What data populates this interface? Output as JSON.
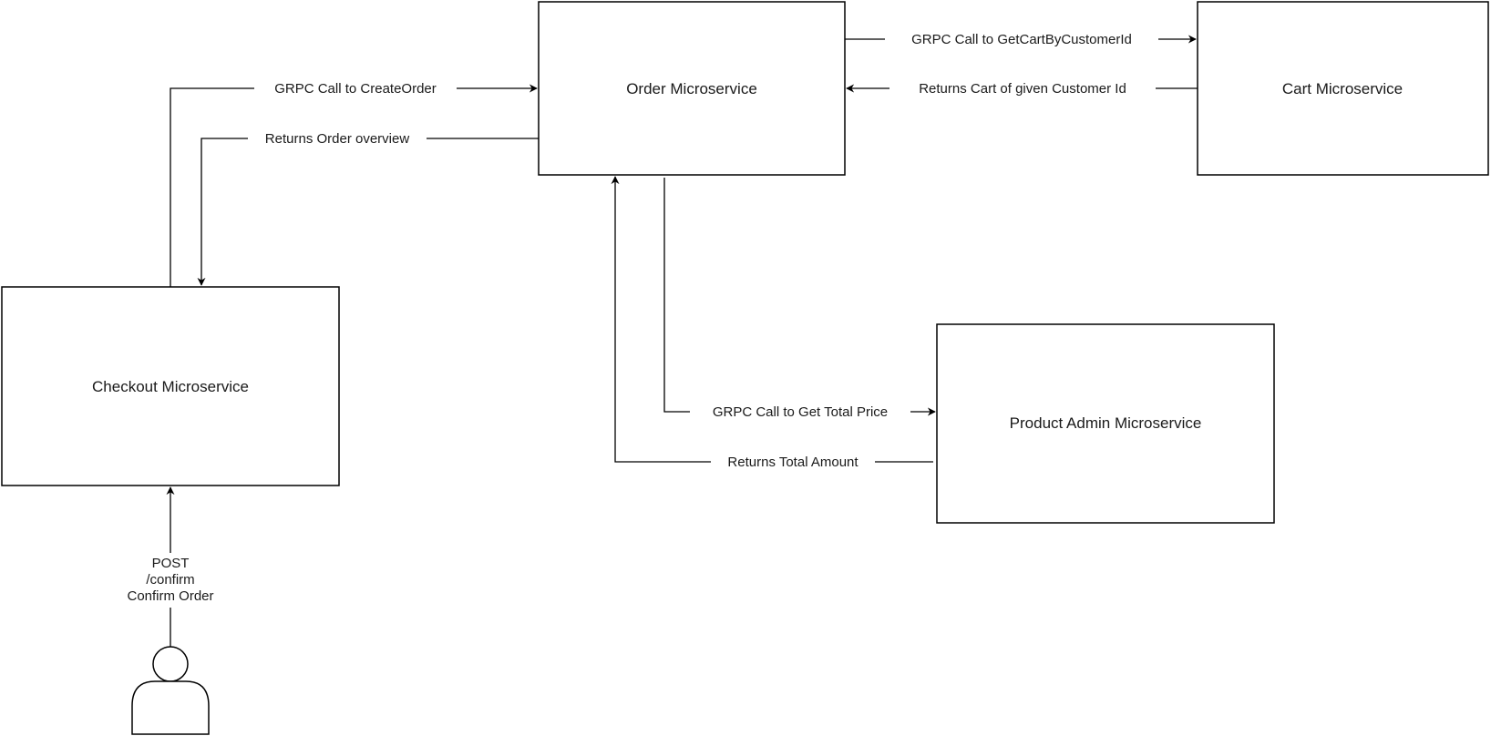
{
  "nodes": {
    "order": "Order Microservice",
    "cart": "Cart Microservice",
    "checkout": "Checkout Microservice",
    "product_admin": "Product Admin Microservice"
  },
  "edges": {
    "create_order": "GRPC Call to CreateOrder",
    "order_overview": "Returns Order overview",
    "get_cart": "GRPC Call to GetCartByCustomerId",
    "cart_return": "Returns Cart of  given Customer Id",
    "get_total_price": "GRPC Call to Get Total Price",
    "total_amount": "Returns Total Amount",
    "post_line1": "POST",
    "post_line2": "/confirm",
    "post_line3": "Confirm Order"
  },
  "actor": {
    "icon": "user-icon"
  },
  "colors": {
    "stroke": "#000000",
    "text": "#1a1a1a",
    "background": "#ffffff"
  }
}
